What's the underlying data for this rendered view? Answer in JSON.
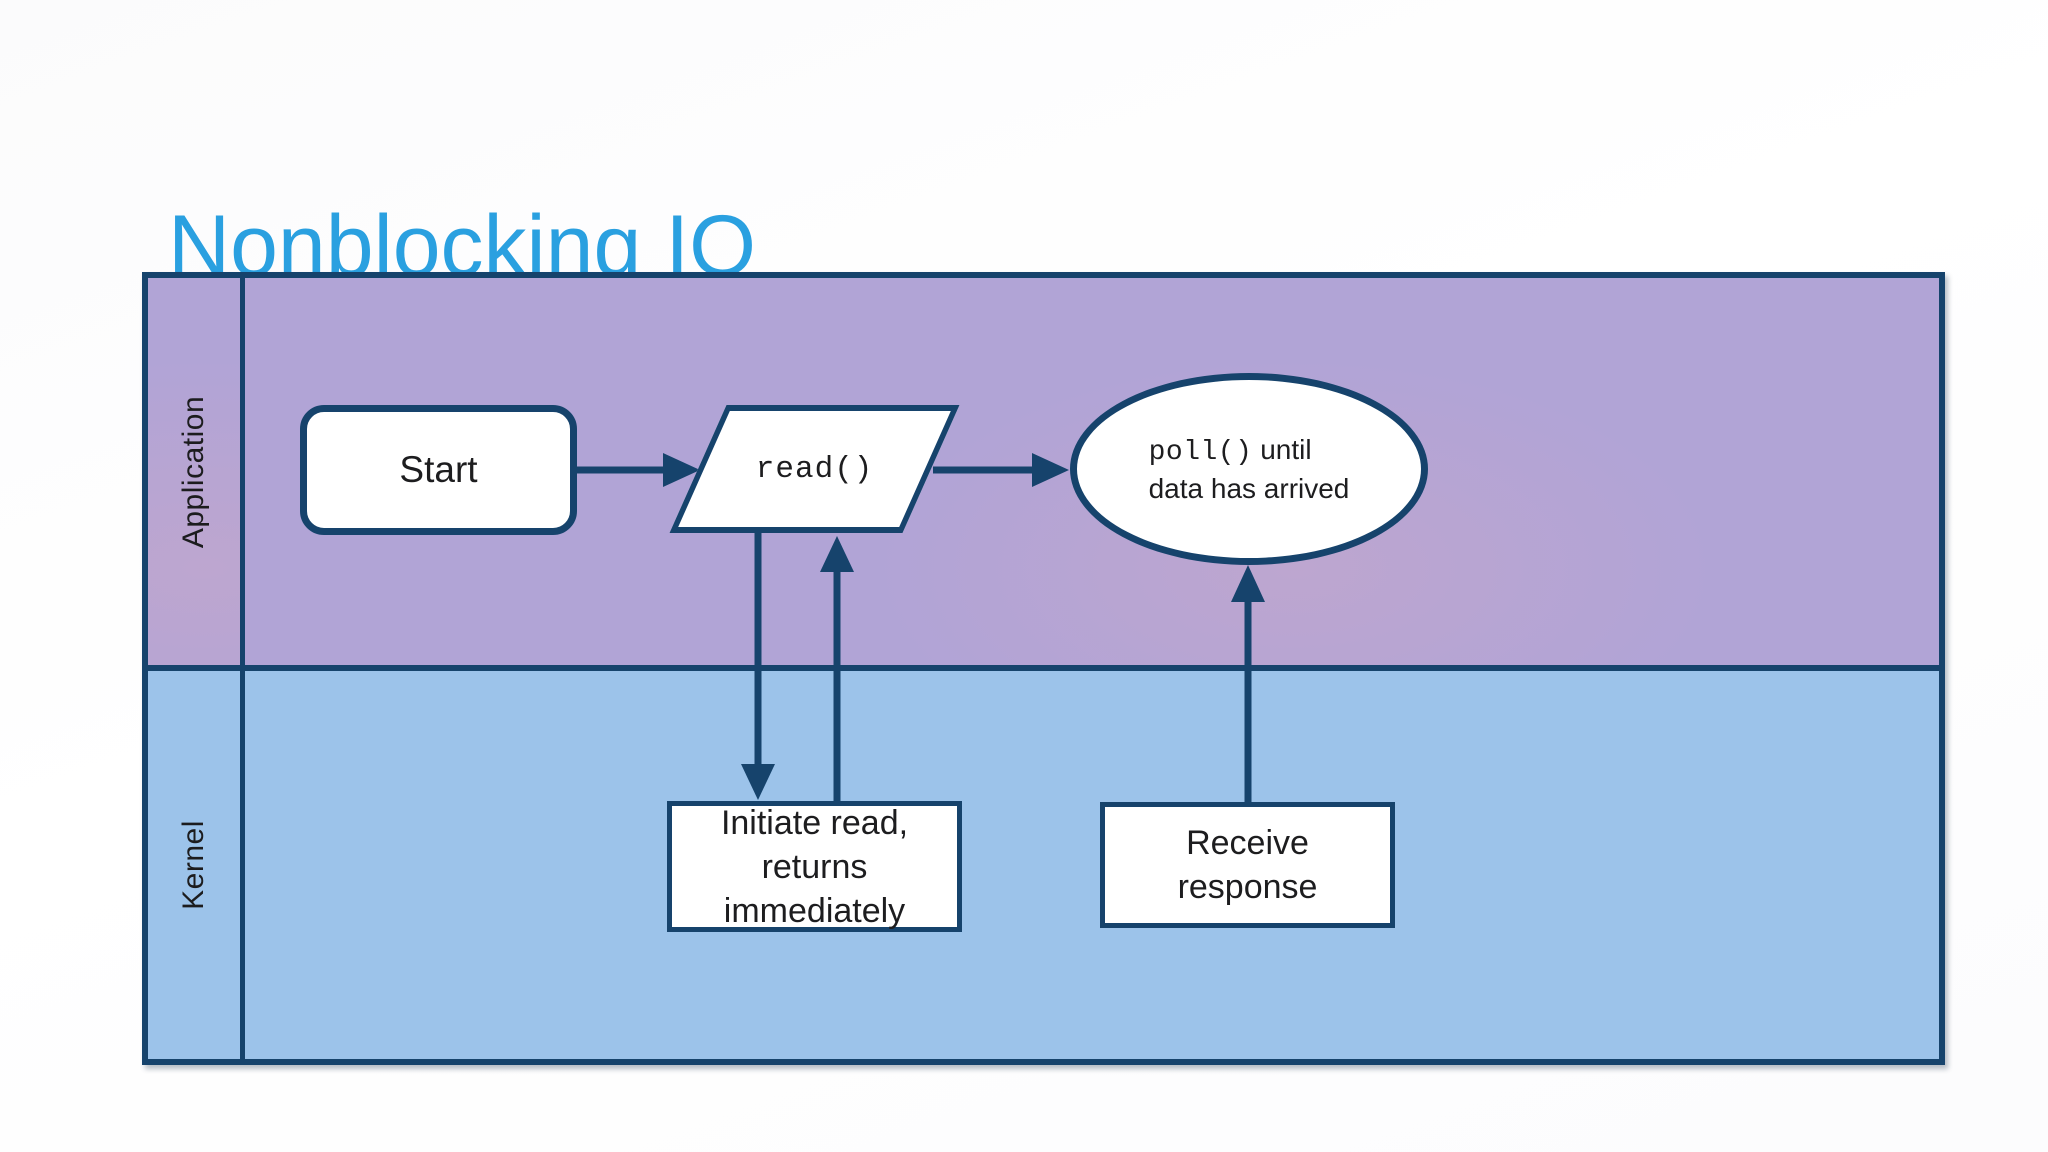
{
  "title": "Nonblocking IO",
  "colors": {
    "title_text": "#2aa0e0",
    "application_lane_bg": "#b1a4d6",
    "kernel_lane_bg": "#9cc3ea",
    "frame_border": "#16436c",
    "node_fill": "#ffffff",
    "node_text": "#1d1d1f"
  },
  "lanes": [
    {
      "label": "Application"
    },
    {
      "label": "Kernel"
    }
  ],
  "nodes": {
    "start": {
      "shape": "rounded-rectangle",
      "lane": "Application",
      "label": "Start"
    },
    "read": {
      "shape": "parallelogram",
      "lane": "Application",
      "label": "read()"
    },
    "poll": {
      "shape": "ellipse",
      "lane": "Application",
      "code": "poll()",
      "line1_suffix": " until",
      "line2": "data has arrived"
    },
    "initiate": {
      "shape": "rectangle",
      "lane": "Kernel",
      "lines": [
        "Initiate read,",
        "returns",
        "immediately"
      ]
    },
    "receive": {
      "shape": "rectangle",
      "lane": "Kernel",
      "lines": [
        "Receive",
        "response"
      ]
    }
  },
  "edges": [
    {
      "from": "start",
      "to": "read",
      "direction": "right"
    },
    {
      "from": "read",
      "to": "poll",
      "direction": "right"
    },
    {
      "from": "read",
      "to": "initiate",
      "direction": "down"
    },
    {
      "from": "initiate",
      "to": "read",
      "direction": "up"
    },
    {
      "from": "receive",
      "to": "poll",
      "direction": "up"
    }
  ]
}
